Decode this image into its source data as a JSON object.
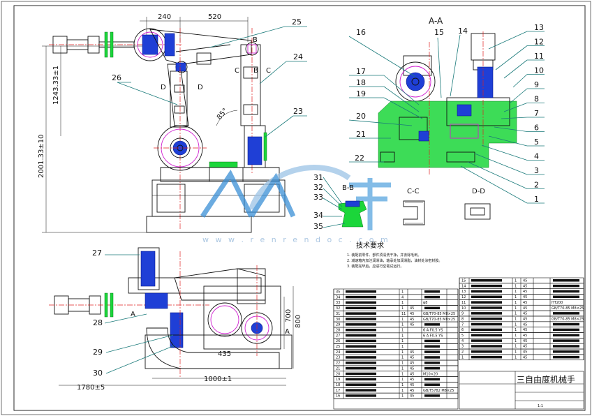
{
  "dimensions": {
    "top_240": "240",
    "top_520": "520",
    "v_1243": "1243.33±1",
    "v_2001": "2001.33±10",
    "angle_85": "85°",
    "bot_700": "700",
    "bot_800": "800",
    "bot_435": "435",
    "bot_1000": "1000±1",
    "bot_1780": "1780±5"
  },
  "section_labels": {
    "aa": "A-A",
    "bb": "B-B",
    "cc": "C-C",
    "dd": "D-D",
    "b": "B",
    "c": "C",
    "d": "D",
    "a4": "A",
    "a5": "A"
  },
  "part_numbers_right": [
    "13",
    "12",
    "11",
    "10",
    "9",
    "8",
    "7",
    "6",
    "5",
    "4",
    "3",
    "2",
    "1"
  ],
  "part_numbers_left_aa": [
    "16",
    "15",
    "14",
    "17",
    "18",
    "19",
    "20",
    "21",
    "22"
  ],
  "part_numbers_main": [
    "25",
    "24",
    "26",
    "23"
  ],
  "part_numbers_bb": [
    "31",
    "32",
    "33",
    "34",
    "35"
  ],
  "part_numbers_plan": [
    "27",
    "28",
    "29",
    "30"
  ],
  "tech_req": {
    "title": "技术要求",
    "items": [
      "1. 装配前零件、部件须清洗干净，并去除毛刺。",
      "2. 减速箱内加注润滑油，轴承处加润滑脂，油封处涂密封胶。",
      "3. 装配完毕后，应进行空载试运行。"
    ]
  },
  "watermark": {
    "brand": "人人文库",
    "url": "w w w . r e n r e n d o c . c o m"
  },
  "bom_left": [
    {
      "no": "35",
      "qty": "1"
    },
    {
      "no": "34",
      "qty": "4"
    },
    {
      "no": "33",
      "qty": "1",
      "spec": "φ8"
    },
    {
      "no": "32",
      "qty": "1",
      "mat": "45"
    },
    {
      "no": "31",
      "qty": "11",
      "mat": "45",
      "spec": "GB/T70-85 M8×25"
    },
    {
      "no": "30",
      "qty": "1",
      "mat": "45",
      "spec": "GB/T70-85 M8×25"
    },
    {
      "no": "29",
      "qty": "1",
      "mat": "45"
    },
    {
      "no": "28",
      "qty": "1",
      "spec": "6 A F0.5 YS"
    },
    {
      "no": "27",
      "qty": "1",
      "spec": "6 A F0.5 YS"
    },
    {
      "no": "26",
      "qty": "1"
    },
    {
      "no": "25",
      "qty": "1"
    },
    {
      "no": "24",
      "qty": "1",
      "mat": "45"
    },
    {
      "no": "23",
      "qty": "1",
      "mat": "45"
    },
    {
      "no": "22",
      "qty": "1",
      "mat": "45"
    },
    {
      "no": "21",
      "qty": "1",
      "mat": "45"
    },
    {
      "no": "20",
      "qty": "1",
      "mat": "45",
      "spec": "M10×20"
    },
    {
      "no": "19",
      "qty": "1",
      "mat": "45"
    },
    {
      "no": "18",
      "qty": "1",
      "mat": "45"
    },
    {
      "no": "17",
      "qty": "1",
      "mat": "45",
      "spec": "GB/T5782 M8×25"
    },
    {
      "no": "16",
      "qty": "1",
      "mat": "45"
    }
  ],
  "bom_right": [
    {
      "no": "15",
      "qty": "1",
      "mat": "45"
    },
    {
      "no": "14",
      "qty": "1",
      "mat": "45"
    },
    {
      "no": "13",
      "qty": "1",
      "mat": "45"
    },
    {
      "no": "12",
      "qty": "1",
      "mat": "45"
    },
    {
      "no": "11",
      "qty": "1",
      "mat": "45",
      "spec": "HT200"
    },
    {
      "no": "10",
      "qty": "1",
      "mat": "45",
      "spec": "GB/T70-85 M8×25"
    },
    {
      "no": "9",
      "qty": "1",
      "mat": "45"
    },
    {
      "no": "8",
      "qty": "1",
      "mat": "45",
      "spec": "GB/T70-85 M8×25"
    },
    {
      "no": "7",
      "qty": "1",
      "mat": "45"
    },
    {
      "no": "6",
      "qty": "1",
      "mat": "45"
    },
    {
      "no": "5",
      "qty": "1",
      "mat": "45"
    },
    {
      "no": "4",
      "qty": "1",
      "mat": "45"
    },
    {
      "no": "3",
      "qty": "1",
      "mat": "45"
    },
    {
      "no": "2",
      "qty": "1",
      "mat": "45"
    },
    {
      "no": "1",
      "qty": "1",
      "mat": "45"
    }
  ],
  "title_block": {
    "name": "三自由度机械手",
    "scale": "1:1"
  }
}
